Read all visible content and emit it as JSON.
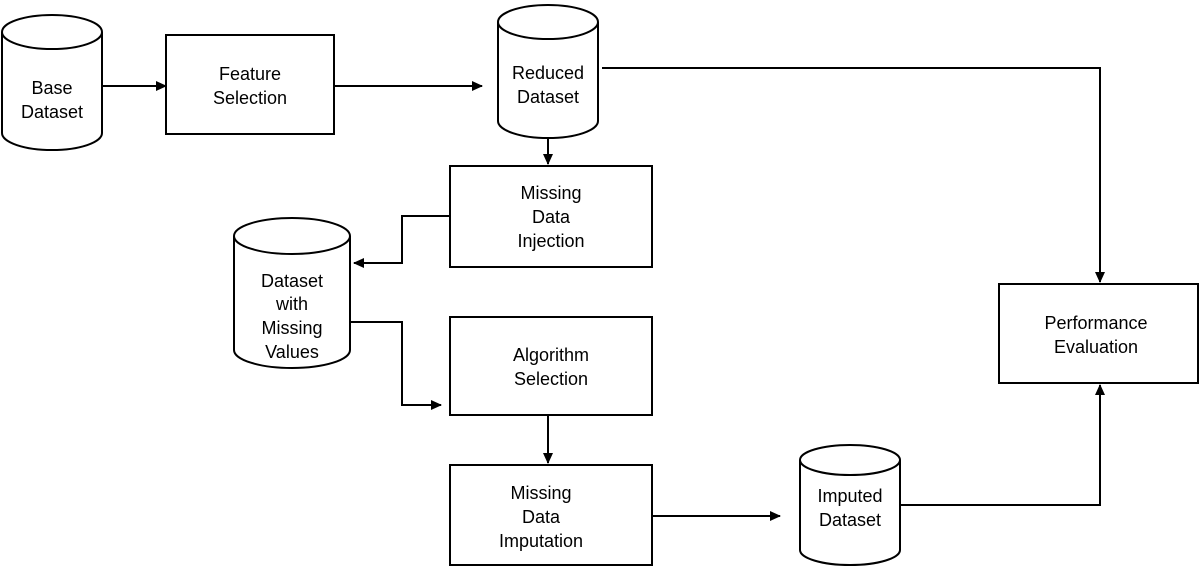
{
  "diagram": {
    "nodes": {
      "base_dataset": {
        "line1": "Base",
        "line2": "Dataset"
      },
      "feature_selection": {
        "line1": "Feature",
        "line2": "Selection"
      },
      "reduced_dataset": {
        "line1": "Reduced",
        "line2": "Dataset"
      },
      "missing_data_injection": {
        "line1": "Missing",
        "line2": "Data",
        "line3": "Injection"
      },
      "dataset_with_missing_values": {
        "line1": "Dataset",
        "line2": "with",
        "line3": "Missing",
        "line4": "Values"
      },
      "algorithm_selection": {
        "line1": "Algorithm",
        "line2": "Selection"
      },
      "missing_data_imputation": {
        "line1": "Missing",
        "line2": "Data",
        "line3": "Imputation"
      },
      "imputed_dataset": {
        "line1": "Imputed",
        "line2": "Dataset"
      },
      "performance_evaluation": {
        "line1": "Performance",
        "line2": "Evaluation"
      }
    }
  }
}
